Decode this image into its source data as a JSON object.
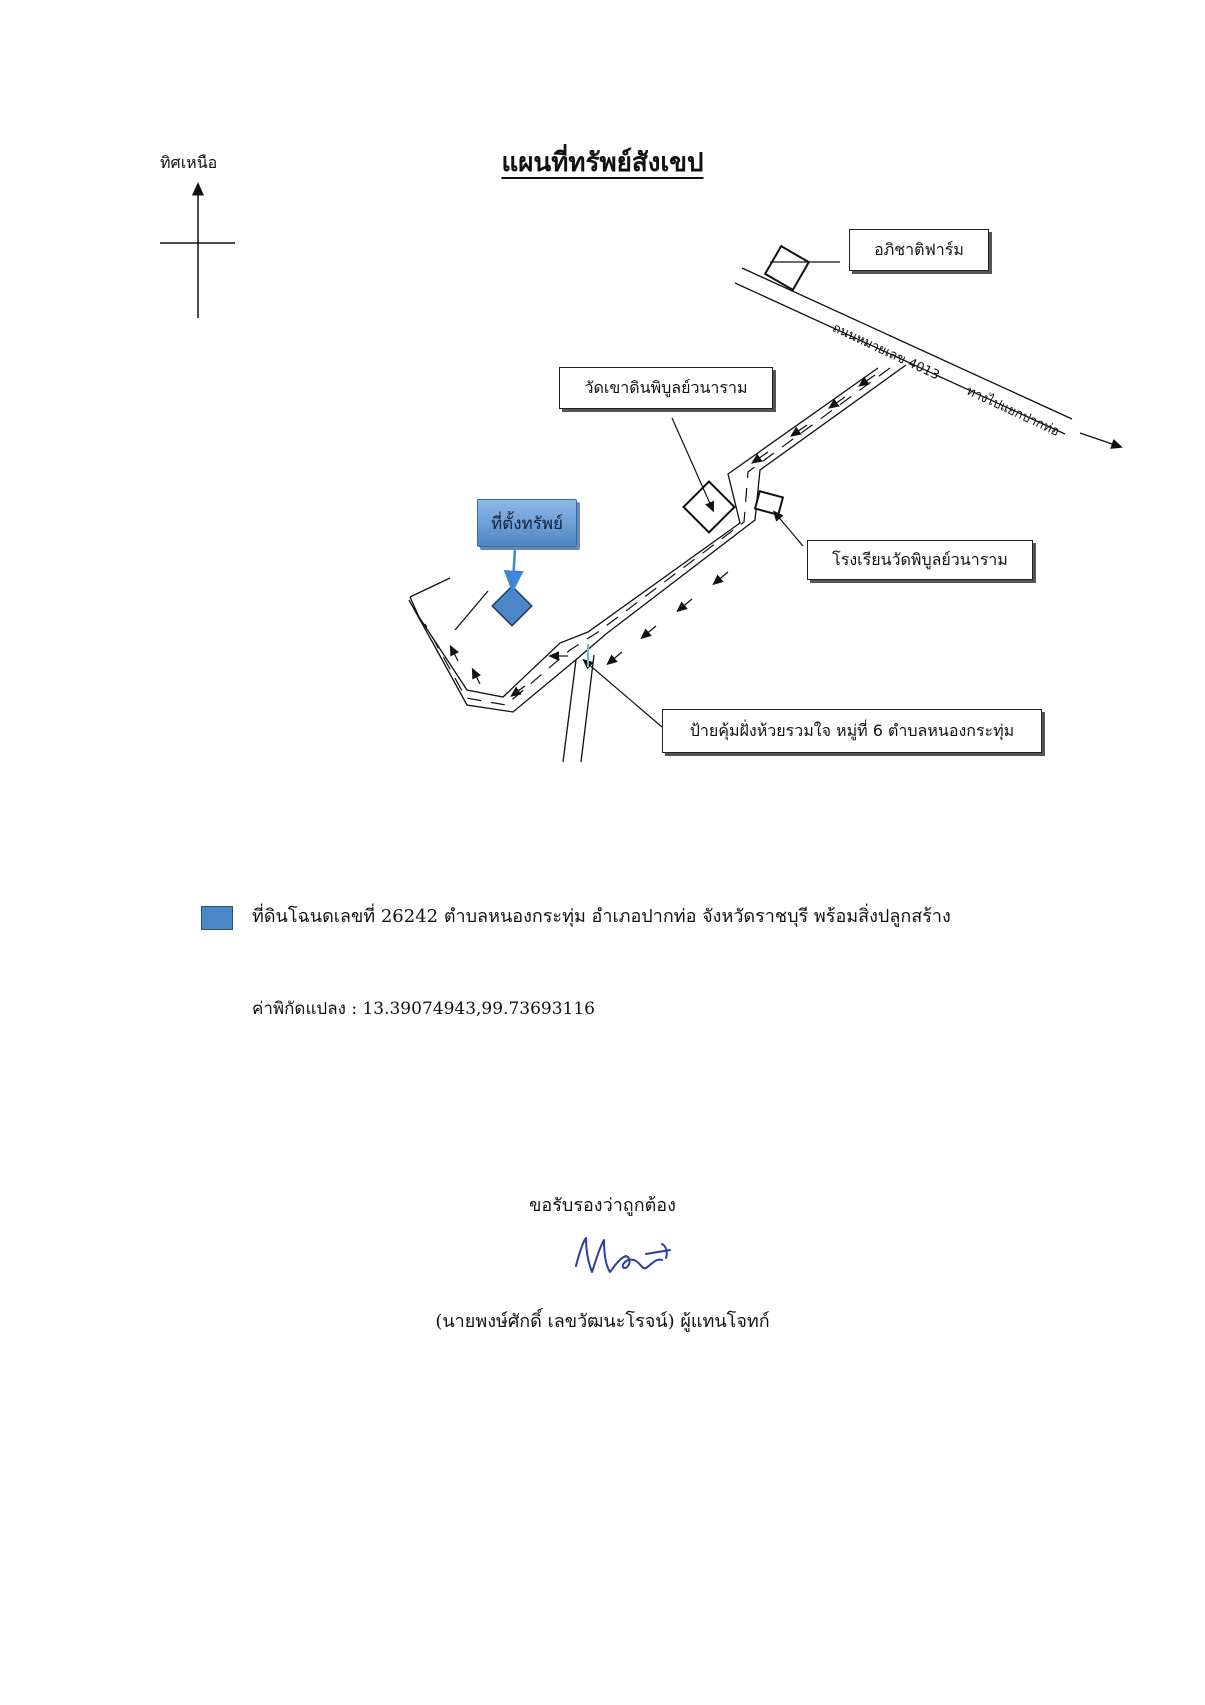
{
  "title": "แผนที่ทรัพย์สังเขป",
  "north_label": "ทิศเหนือ",
  "landmarks": {
    "farm": "อภิชาติฟาร์ม",
    "temple": "วัดเขาดินพิบูลย์วนาราม",
    "school": "โรงเรียนวัดพิบูลย์วนาราม",
    "bus_stop": "ป้ายคุ้มฝั่งห้วยรวมใจ หมู่ที่ 6 ตำบลหนองกระทุ่ม",
    "site": "ที่ตั้งทรัพย์"
  },
  "road_labels": {
    "highway": "ถนนหมายเลข 4013",
    "direction": "ทางไปแยกปากท่อ"
  },
  "legend": {
    "swatch_color": "#4b86c8",
    "text": "ที่ดินโฉนดเลขที่ 26242 ตำบลหนองกระทุ่ม อำเภอปากท่อ จังหวัดราชบุรี พร้อมสิ่งปลูกสร้าง"
  },
  "coordinates": "ค่าพิกัดแปลง : 13.39074943,99.73693116",
  "certification": "ขอรับรองว่าถูกต้อง",
  "signer": "(นายพงษ์ศักดิ์ เลขวัฒนะโรจน์) ผู้แทนโจทก์"
}
